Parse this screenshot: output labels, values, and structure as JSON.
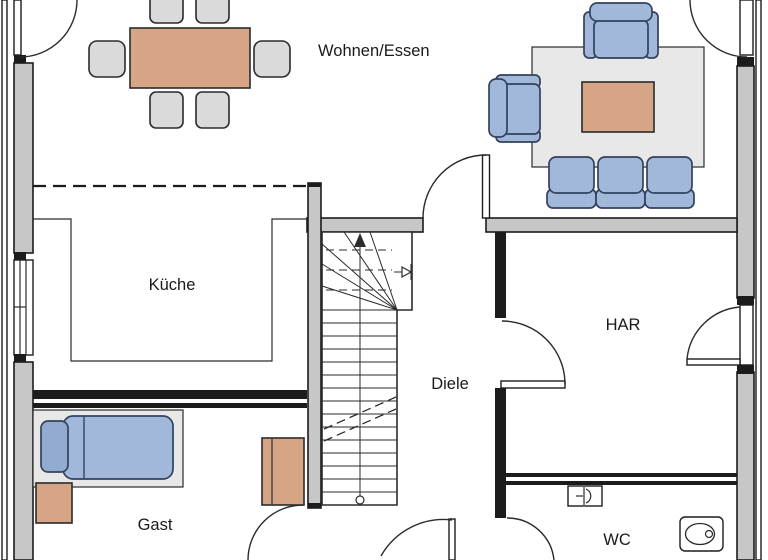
{
  "plan": {
    "rooms": [
      {
        "id": "wohnen-essen",
        "label": "Wohnen/Essen"
      },
      {
        "id": "kueche",
        "label": "Küche"
      },
      {
        "id": "diele",
        "label": "Diele"
      },
      {
        "id": "har",
        "label": "HAR"
      },
      {
        "id": "gast",
        "label": "Gast"
      },
      {
        "id": "wc",
        "label": "WC"
      }
    ],
    "colors": {
      "background": "#ffffff",
      "line": "#1c1c1c",
      "wall_fill": "#c7c7c7",
      "wood": "#d5a586",
      "chair_gray": "#dadada",
      "furniture_blue": "#a2b8db",
      "pillow_blue": "#93abd1",
      "rug_gray": "#e8e8e8"
    },
    "furniture": [
      "dining-table",
      "dining-chairs",
      "area-rug",
      "coffee-table",
      "armchairs",
      "sofa",
      "staircase",
      "bed",
      "nightstand",
      "wardrobe",
      "washbasin",
      "toilet"
    ]
  }
}
